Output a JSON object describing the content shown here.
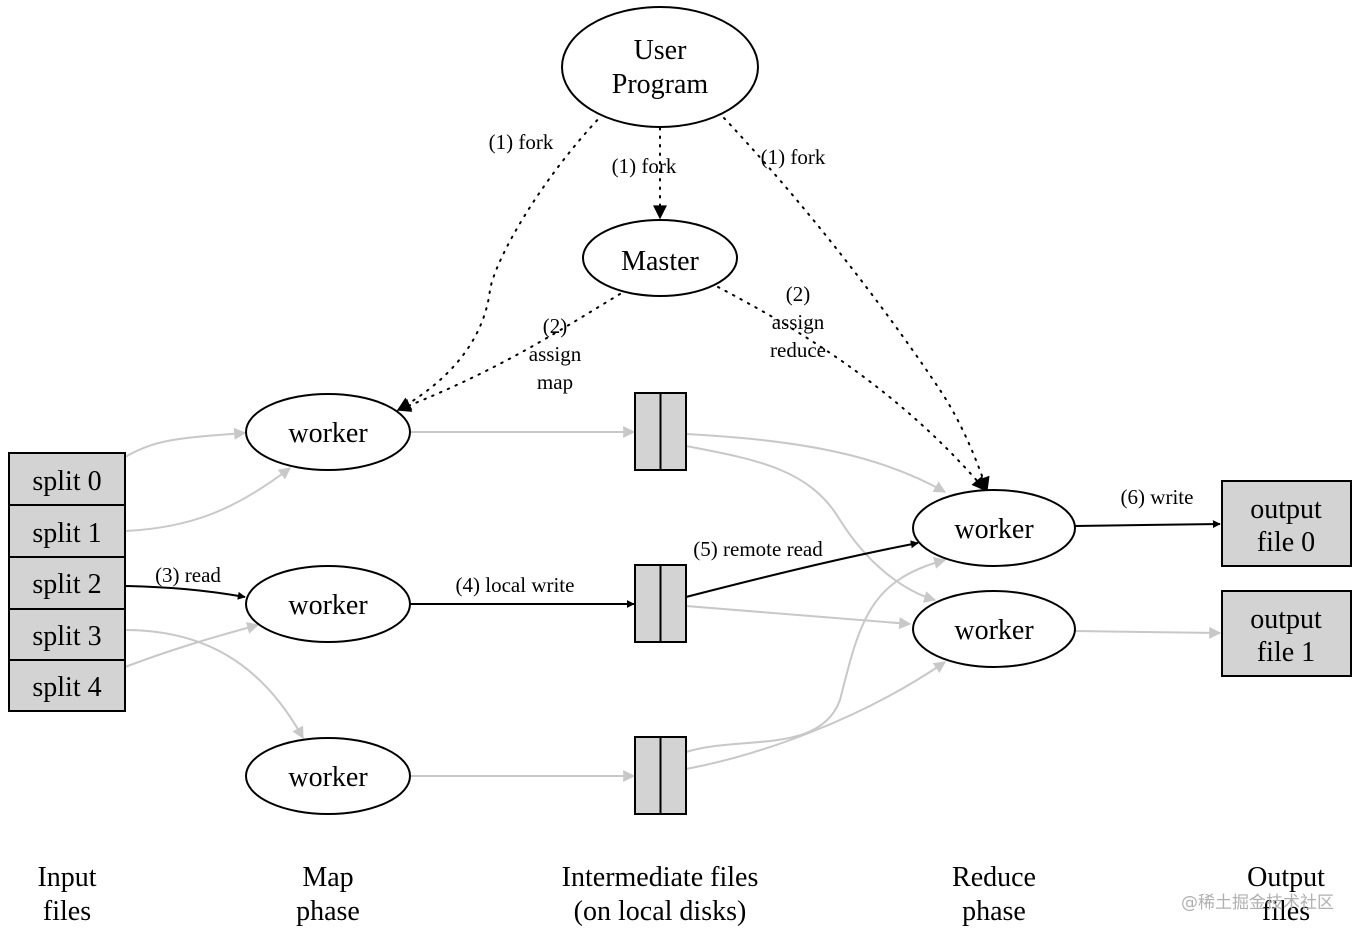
{
  "nodes": {
    "user_program": [
      "User",
      "Program"
    ],
    "master": "Master",
    "map_worker_label": "worker",
    "reduce_worker_label": "worker",
    "splits": [
      "split 0",
      "split 1",
      "split 2",
      "split 3",
      "split 4"
    ],
    "outputs": [
      [
        "output",
        "file 0"
      ],
      [
        "output",
        "file 1"
      ]
    ]
  },
  "edge_labels": {
    "fork_left": "(1) fork",
    "fork_center": "(1) fork",
    "fork_right": "(1) fork",
    "assign_map": [
      "(2)",
      "assign",
      "map"
    ],
    "assign_reduce": [
      "(2)",
      "assign",
      "reduce"
    ],
    "read": "(3) read",
    "local_write": "(4) local write",
    "remote_read": "(5) remote read",
    "write": "(6) write"
  },
  "phases": [
    [
      "Input",
      "files"
    ],
    [
      "Map",
      "phase"
    ],
    [
      "Intermediate files",
      "(on local disks)"
    ],
    [
      "Reduce",
      "phase"
    ],
    [
      "Output",
      "files"
    ]
  ],
  "watermark": "@稀土掘金技术社区",
  "colors": {
    "box_fill": "#d3d3d3",
    "highlight_edge": "#000000",
    "faded_edge": "#c8c8c8"
  }
}
